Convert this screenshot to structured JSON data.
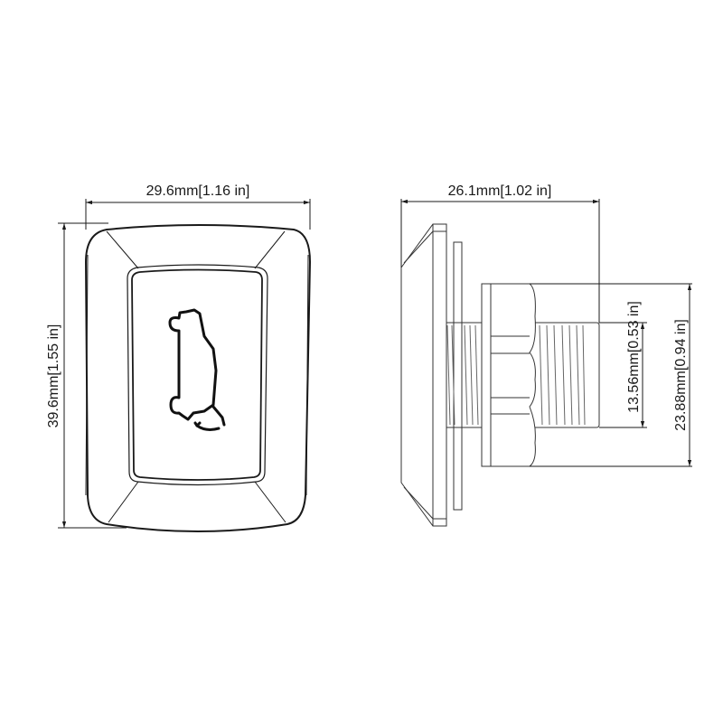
{
  "diagram": {
    "type": "technical-dimension-drawing",
    "subject": "Trunk/boot release push-button switch",
    "views": {
      "front": {
        "icon": "car-trunk-open-icon",
        "dimensions": {
          "width": "29.6mm[1.16 in]",
          "height": "39.6mm[1.55 in]"
        }
      },
      "side": {
        "dimensions": {
          "depth": "26.1mm[1.02 in]",
          "thread_diameter": "13.56mm[0.53 in]",
          "nut_height": "23.88mm[0.94 in]"
        }
      }
    },
    "colors": {
      "line": "#1a1a1a",
      "thin_line": "#333333",
      "background": "#ffffff"
    }
  }
}
